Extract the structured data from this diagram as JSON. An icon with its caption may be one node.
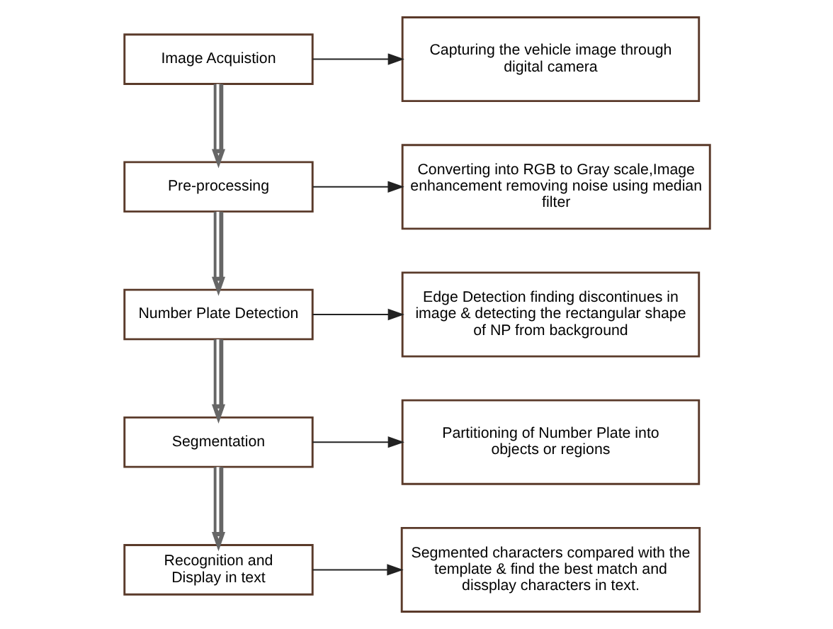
{
  "diagram": {
    "nodes": [
      {
        "text": [
          "Image Acquistion"
        ]
      },
      {
        "text": [
          "Capturing the vehicle image through digital camera"
        ]
      },
      {
        "text": [
          "Pre-processing"
        ]
      },
      {
        "text": [
          "Converting into RGB to Gray scale,Image enhancement removing noise using median filter"
        ]
      },
      {
        "text": [
          "Number Plate Detection"
        ]
      },
      {
        "text": [
          "Edge Detection finding discontinues in image & detecting the rectangular shape of NP from background"
        ]
      },
      {
        "text": [
          "Segmentation"
        ]
      },
      {
        "text": [
          "Partitioning of Number Plate into objects or regions"
        ]
      },
      {
        "text": [
          "Recognition and Display in text"
        ]
      },
      {
        "text": [
          "Segmented characters compared with the template & find the best match and dissplay characters in text."
        ]
      }
    ],
    "edges": [
      {
        "from": 0,
        "to": 1,
        "arrow": "to"
      },
      {
        "from": 0,
        "to": 2,
        "arrow": "to",
        "style": "thick"
      },
      {
        "from": 2,
        "to": 3,
        "arrow": "to"
      },
      {
        "from": 2,
        "to": 4,
        "arrow": "to",
        "style": "thick"
      },
      {
        "from": 4,
        "to": 5,
        "arrow": "to"
      },
      {
        "from": 4,
        "to": 6,
        "arrow": "to",
        "style": "thick"
      },
      {
        "from": 6,
        "to": 7,
        "arrow": "to"
      },
      {
        "from": 6,
        "to": 8,
        "arrow": "to",
        "style": "thick"
      },
      {
        "from": 8,
        "to": 9,
        "arrow": "to"
      }
    ]
  }
}
